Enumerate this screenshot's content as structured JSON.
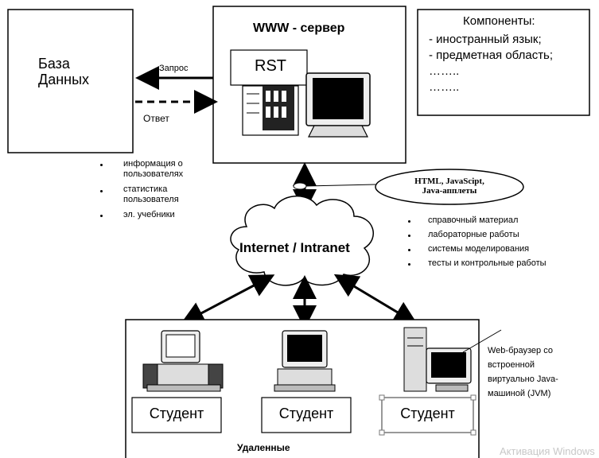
{
  "database": {
    "label_line1": "База",
    "label_line2": "Данных"
  },
  "server": {
    "title": "WWW - сервер",
    "rst": "RST"
  },
  "components": {
    "title": "Компоненты:",
    "items": [
      "- иностранный язык;",
      "- предметная область;",
      "……..",
      "…….."
    ]
  },
  "arrows": {
    "request": "Запрос",
    "response": "Ответ"
  },
  "db_info": [
    "информация о",
    "пользователях",
    "статистика",
    "пользователя",
    "эл. учебники"
  ],
  "formats": {
    "line1": "HTML, JavaScipt,",
    "line2": "Java-апплеты"
  },
  "network": {
    "label": "Internet / Intranet"
  },
  "materials": [
    "справочный материал",
    "лабораторные работы",
    "системы моделирования",
    "тесты и контрольные работы"
  ],
  "students": [
    "Студент",
    "Студент",
    "Студент"
  ],
  "browser_note": [
    "Web-браузер со",
    "встроенной",
    "виртуально Java-",
    "машиной (JVM)"
  ],
  "remote_label": "Удаленные",
  "watermark": "Активация Windows"
}
